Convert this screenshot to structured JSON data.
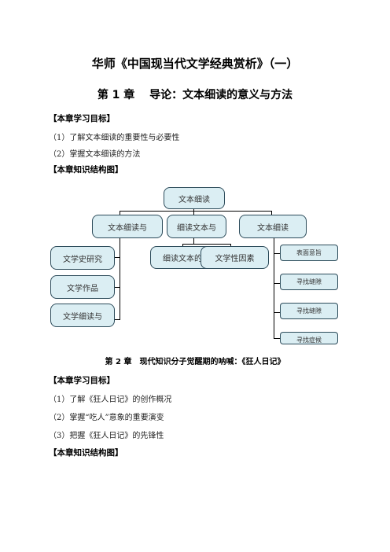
{
  "doc": {
    "title": "华师《中国现当代文学经典赏析》（一）",
    "chapter1": {
      "heading": "第 1 章　 导论：文本细读的意义与方法",
      "goals_heading": "【本章学习目标】",
      "goals": [
        "（1）了解文本细读的重要性与必要性",
        "（2）掌握文本细读的方法"
      ],
      "structure_heading": "【本章知识结构图】"
    },
    "diagram": {
      "root": "文本细读",
      "level1": [
        "文本细读与",
        "细读文本与",
        "文本细读"
      ],
      "left_branch": [
        "文学史研究",
        "文学作品",
        "文学细读与"
      ],
      "middle_branch": [
        "细读文本的",
        "文学性因素"
      ],
      "right_branch": [
        "表面意旨",
        "寻找缝隙",
        "寻找缝隙",
        "寻找症候"
      ]
    },
    "chapter2": {
      "heading": "第 2 章　现代知识分子觉醒期的呐喊：《狂人日记》",
      "goals_heading": "【本章学习目标】",
      "goals": [
        "（1）了解《狂人日记》的创作概况",
        "（2）掌握“吃人”意象的重要演变",
        "（3）把握《狂人日记》的先锋性"
      ],
      "structure_heading": "【本章知识结构图】"
    }
  }
}
